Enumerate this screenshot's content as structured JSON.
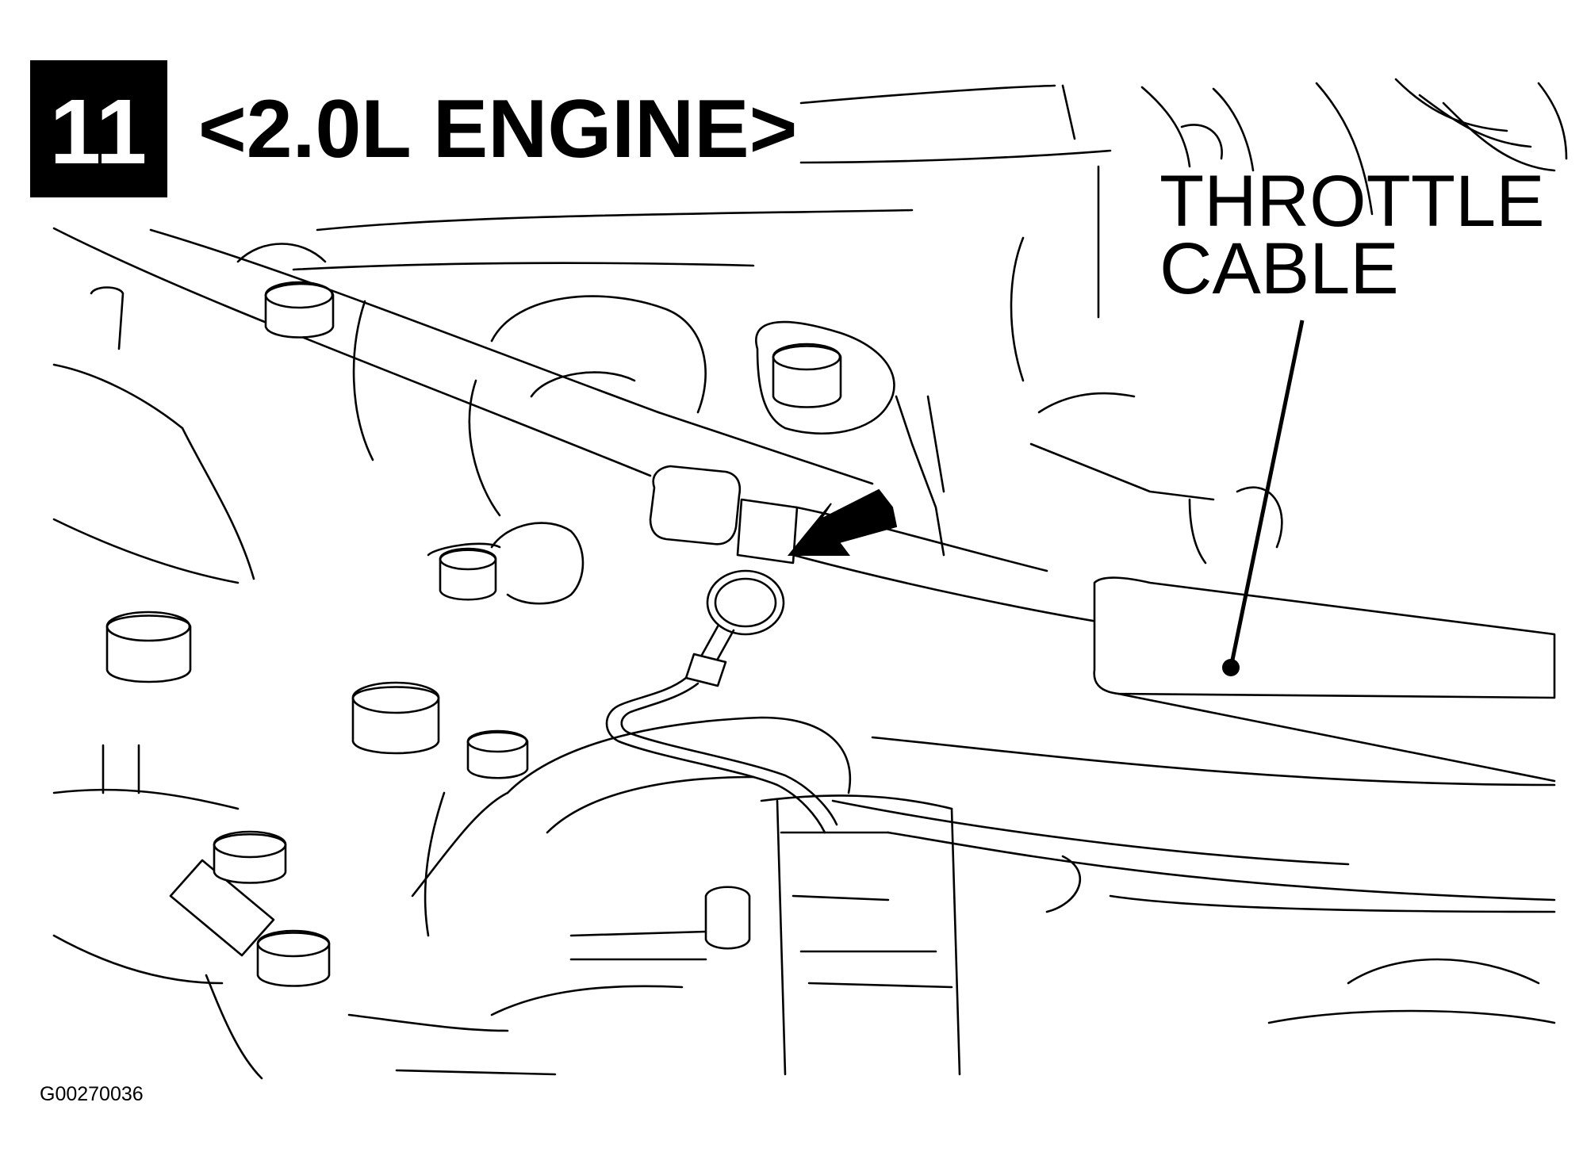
{
  "step": {
    "number": "11",
    "title": "<2.0L ENGINE>"
  },
  "callouts": {
    "throttle_cable_line1": "THROTTLE",
    "throttle_cable_line2": "CABLE"
  },
  "figure_id": "G00270036",
  "colors": {
    "ink": "#000000",
    "paper": "#ffffff"
  }
}
